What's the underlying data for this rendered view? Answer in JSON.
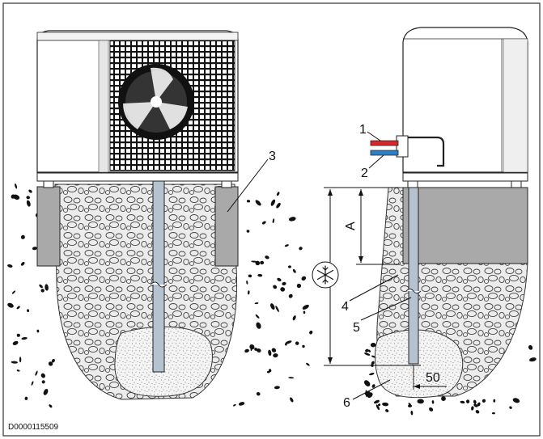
{
  "figure_id": "D0000115509",
  "callouts": {
    "c1": "1",
    "c2": "2",
    "c3": "3",
    "c4": "4",
    "c5": "5",
    "c6": "6"
  },
  "dimensions": {
    "a": "A",
    "offset": "50"
  },
  "colors": {
    "gravel_fill": "#eeeeee",
    "foundation": "#a9a9a9",
    "drain_pipe": "#b4c3cf",
    "supply_pipe": "#d8262a",
    "return_pipe": "#2c7fc4",
    "ground_stones": "#111111"
  },
  "icons": {
    "frost": "snowflake-icon",
    "fan": "fan-icon"
  }
}
